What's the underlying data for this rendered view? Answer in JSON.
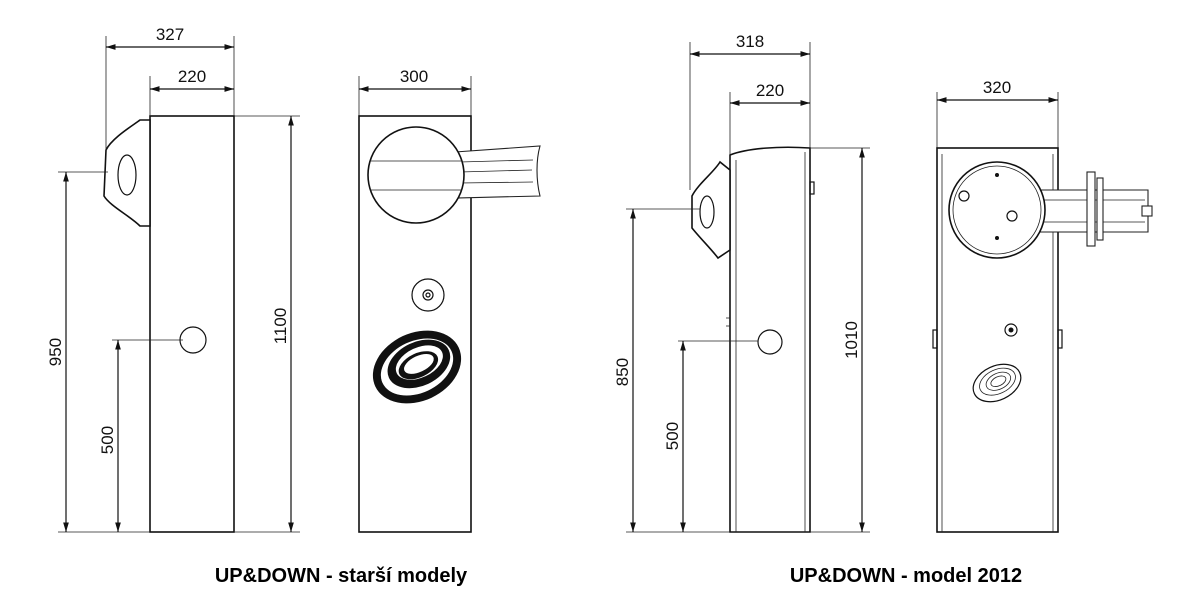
{
  "left": {
    "caption": "UP&DOWN - starší modely",
    "dims": {
      "total_width": "327",
      "body_width": "220",
      "front_width": "300",
      "height": "1100",
      "mount_height": "950",
      "hole_height": "500"
    }
  },
  "right": {
    "caption": "UP&DOWN - model 2012",
    "dims": {
      "total_width": "318",
      "body_width": "220",
      "front_width": "320",
      "height": "1010",
      "mount_height": "850",
      "hole_height": "500"
    }
  }
}
